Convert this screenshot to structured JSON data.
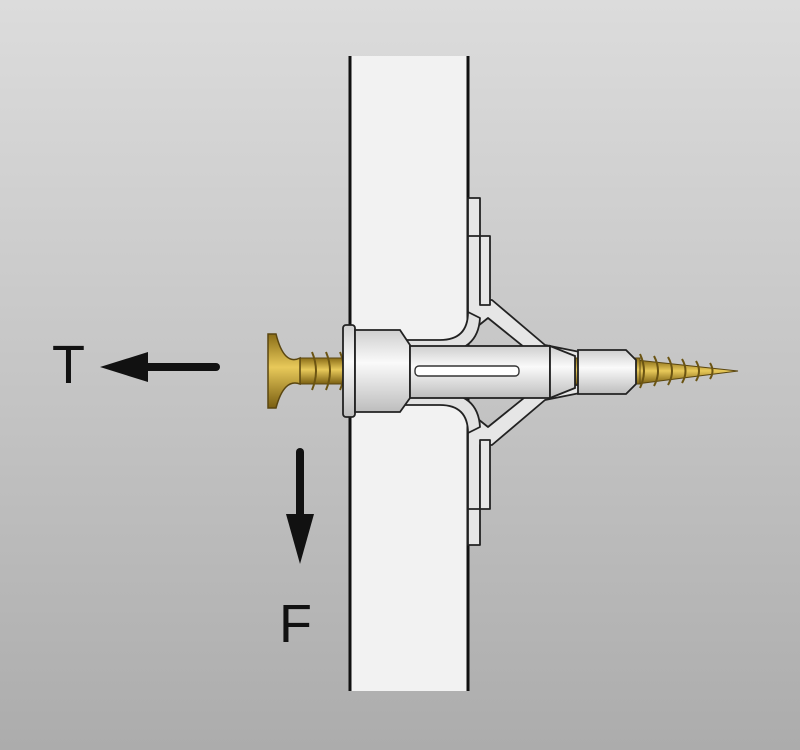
{
  "forces": {
    "pull_out": {
      "label": "T",
      "direction": "left"
    },
    "shear": {
      "label": "F",
      "direction": "down"
    }
  },
  "colors": {
    "background_top": "#dcdcdc",
    "background_bottom": "#acacac",
    "wall": "#f2f2f2",
    "outline": "#111111",
    "anchor": "#e6e6e6",
    "screw_thread": "#c9a636",
    "arrow": "#111111"
  }
}
